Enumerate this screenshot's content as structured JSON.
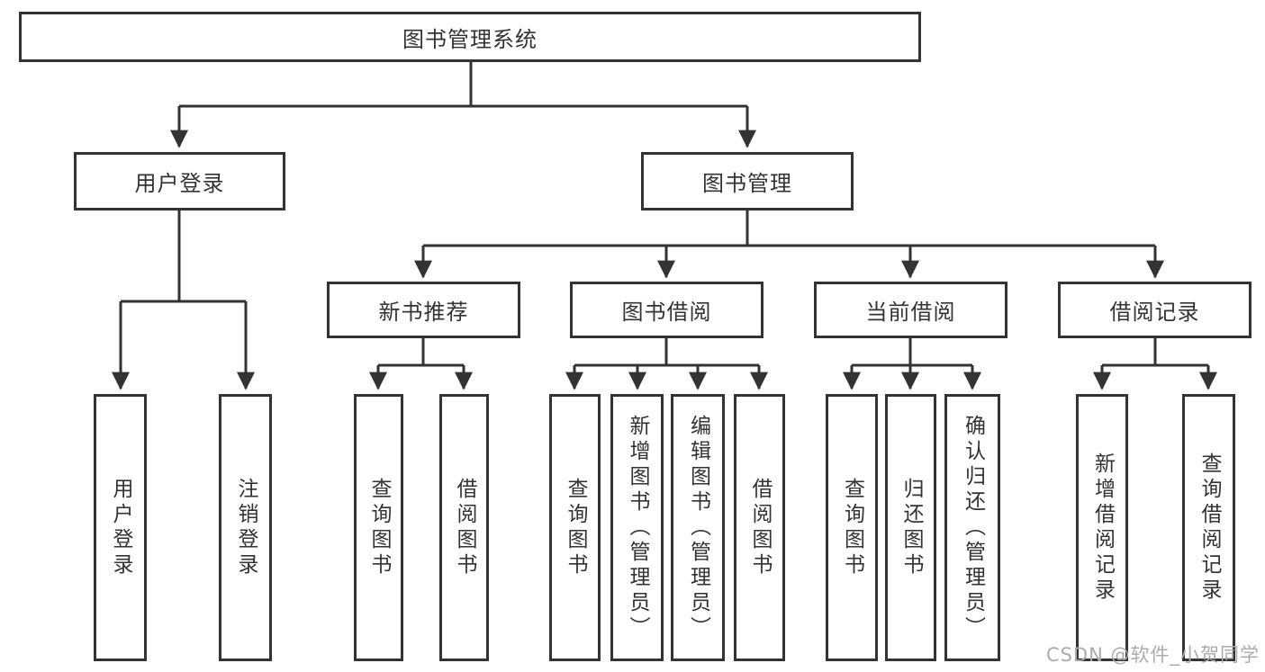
{
  "diagram": {
    "title_node": "图书管理系统",
    "level2": [
      "用户登录",
      "图书管理"
    ],
    "level3": [
      "新书推荐",
      "图书借阅",
      "当前借阅",
      "借阅记录"
    ],
    "leaves_user_login": [
      "用户登录",
      "注销登录"
    ],
    "leaves_new_book": [
      "查询图书",
      "借阅图书"
    ],
    "leaves_book_borrow": [
      "查询图书",
      "新增图书（管理员）",
      "编辑图书（管理员）",
      "借阅图书"
    ],
    "leaves_current_borrow": [
      "查询图书",
      "归还图书",
      "确认归还（管理员）"
    ],
    "leaves_borrow_record": [
      "新增借阅记录",
      "查询借阅记录"
    ]
  },
  "watermark": "CSDN @软件_小贺同学",
  "colors": {
    "line": "#333333",
    "box_border": "#333333",
    "box_fill": "#ffffff",
    "text": "#333333",
    "watermark": "#ababab"
  }
}
